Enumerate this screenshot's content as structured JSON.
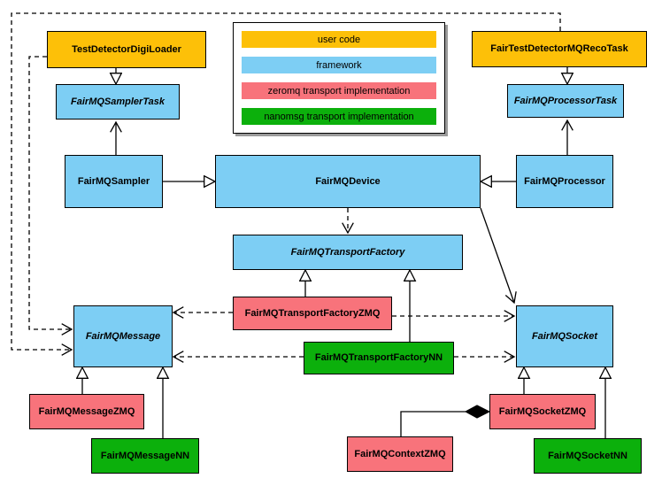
{
  "colors": {
    "user_code": "#FDC008",
    "framework": "#7DCEF4",
    "zeromq": "#F8737B",
    "nanomsg": "#0CB00C",
    "line": "#000000",
    "background": "#FFFFFF"
  },
  "legend": {
    "items": [
      {
        "label": "user code",
        "color": "#FDC008"
      },
      {
        "label": "framework",
        "color": "#7DCEF4"
      },
      {
        "label": "zeromq transport implementation",
        "color": "#F8737B"
      },
      {
        "label": "nanomsg transport implementation",
        "color": "#0CB00C"
      }
    ]
  },
  "nodes": {
    "testDetectorDigiLoader": "TestDetectorDigiLoader",
    "fairTestDetectorMQRecoTask": "FairTestDetectorMQRecoTask",
    "fairMQSamplerTask": "FairMQSamplerTask",
    "fairMQProcessorTask": "FairMQProcessorTask",
    "fairMQSampler": "FairMQSampler",
    "fairMQDevice": "FairMQDevice",
    "fairMQProcessor": "FairMQProcessor",
    "fairMQTransportFactory": "FairMQTransportFactory",
    "fairMQTransportFactoryZMQ": "FairMQTransportFactoryZMQ",
    "fairMQTransportFactoryNN": "FairMQTransportFactoryNN",
    "fairMQMessage": "FairMQMessage",
    "fairMQSocket": "FairMQSocket",
    "fairMQMessageZMQ": "FairMQMessageZMQ",
    "fairMQMessageNN": "FairMQMessageNN",
    "fairMQContextZMQ": "FairMQContextZMQ",
    "fairMQSocketZMQ": "FairMQSocketZMQ",
    "fairMQSocketNN": "FairMQSocketNN"
  },
  "relationships": [
    {
      "from": "TestDetectorDigiLoader",
      "to": "FairMQSamplerTask",
      "type": "generalization"
    },
    {
      "from": "FairTestDetectorMQRecoTask",
      "to": "FairMQProcessorTask",
      "type": "generalization"
    },
    {
      "from": "FairMQSampler",
      "to": "FairMQDevice",
      "type": "generalization"
    },
    {
      "from": "FairMQProcessor",
      "to": "FairMQDevice",
      "type": "generalization"
    },
    {
      "from": "FairMQSampler",
      "to": "FairMQSamplerTask",
      "type": "association"
    },
    {
      "from": "FairMQProcessor",
      "to": "FairMQProcessorTask",
      "type": "association"
    },
    {
      "from": "FairMQDevice",
      "to": "FairMQTransportFactory",
      "type": "dependency"
    },
    {
      "from": "FairMQDevice",
      "to": "FairMQSocket",
      "type": "association"
    },
    {
      "from": "FairMQTransportFactoryZMQ",
      "to": "FairMQTransportFactory",
      "type": "generalization"
    },
    {
      "from": "FairMQTransportFactoryNN",
      "to": "FairMQTransportFactory",
      "type": "generalization"
    },
    {
      "from": "FairMQTransportFactoryZMQ",
      "to": "FairMQMessage",
      "type": "dependency"
    },
    {
      "from": "FairMQTransportFactoryZMQ",
      "to": "FairMQSocket",
      "type": "dependency"
    },
    {
      "from": "FairMQTransportFactoryNN",
      "to": "FairMQMessage",
      "type": "dependency"
    },
    {
      "from": "FairMQTransportFactoryNN",
      "to": "FairMQSocket",
      "type": "dependency"
    },
    {
      "from": "TestDetectorDigiLoader",
      "to": "FairMQMessage",
      "type": "dependency"
    },
    {
      "from": "FairTestDetectorMQRecoTask",
      "to": "FairMQMessage",
      "type": "dependency"
    },
    {
      "from": "FairMQMessageZMQ",
      "to": "FairMQMessage",
      "type": "generalization"
    },
    {
      "from": "FairMQMessageNN",
      "to": "FairMQMessage",
      "type": "generalization"
    },
    {
      "from": "FairMQSocketZMQ",
      "to": "FairMQSocket",
      "type": "generalization"
    },
    {
      "from": "FairMQSocketNN",
      "to": "FairMQSocket",
      "type": "generalization"
    },
    {
      "from": "FairMQContextZMQ",
      "to": "FairMQSocketZMQ",
      "type": "composition"
    }
  ]
}
